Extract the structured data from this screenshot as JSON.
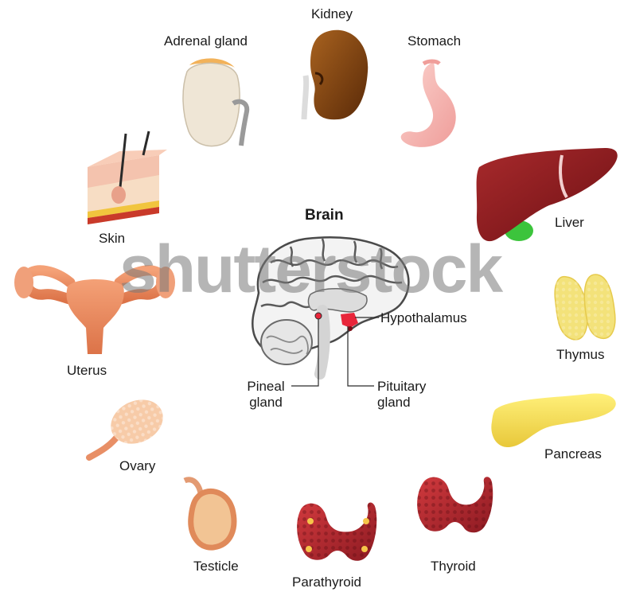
{
  "diagram": {
    "title": "Brain",
    "organs": {
      "kidney": "Kidney",
      "adrenal_gland": "Adrenal gland",
      "stomach": "Stomach",
      "skin": "Skin",
      "liver": "Liver",
      "uterus": "Uterus",
      "thymus": "Thymus",
      "ovary": "Ovary",
      "pancreas": "Pancreas",
      "testicle": "Testicle",
      "parathyroid": "Parathyroid",
      "thyroid": "Thyroid"
    },
    "brain_parts": {
      "hypothalamus": "Hypothalamus",
      "pineal_line1": "Pineal",
      "pineal_line2": "gland",
      "pituitary_line1": "Pituitary",
      "pituitary_line2": "gland"
    },
    "watermark": "shutterstock"
  },
  "colors": {
    "kidney": "#7a3f0e",
    "liver": "#8e1a1e",
    "gallbladder": "#3cc43c",
    "stomach": "#f6b9b6",
    "thymus": "#f3e27a",
    "pancreas": "#f5e25c",
    "thyroid": "#b8202c",
    "uterus": "#e98a5c",
    "skin": "#f6d2b4",
    "brain_outline": "#4a4a4a",
    "gland_red": "#e8253a"
  }
}
